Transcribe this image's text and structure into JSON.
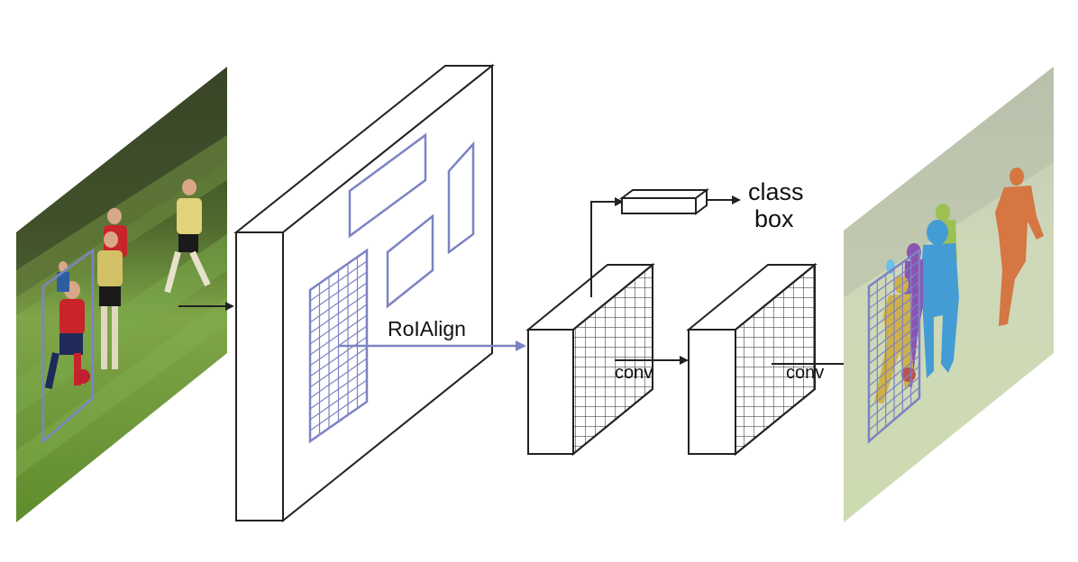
{
  "labels": {
    "roialign": "RoIAlign",
    "class": "class",
    "box": "box",
    "conv_1": "conv",
    "conv_2": "conv"
  },
  "colors": {
    "stroke": "#222222",
    "roi_accent": "#7c83c4",
    "grass": "#6f9a3c",
    "mask_orange": "#d0642a",
    "mask_blue": "#2b8fd0",
    "mask_green": "#8fb83a",
    "mask_purple": "#7a3da8",
    "mask_yellow": "#c9a530"
  }
}
